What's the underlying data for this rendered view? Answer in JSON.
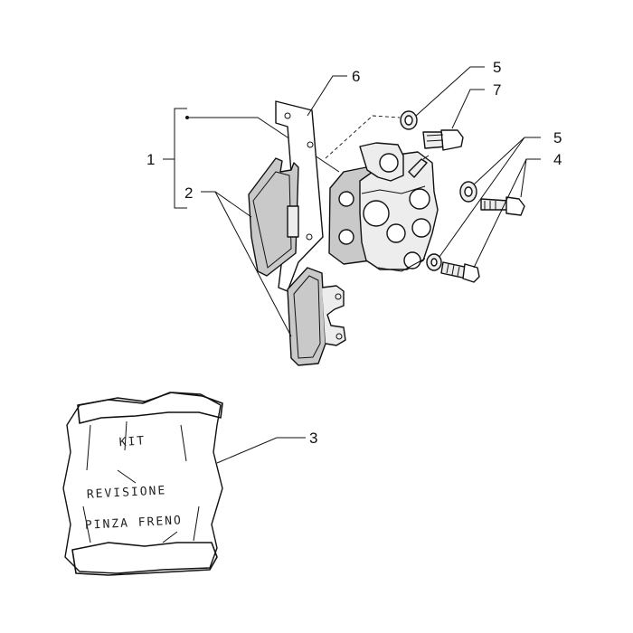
{
  "callouts": {
    "c1": "1",
    "c2": "2",
    "c3": "3",
    "c4": "4",
    "c5a": "5",
    "c5b": "5",
    "c6": "6",
    "c7": "7"
  },
  "kit_bag": {
    "line1": "KIT",
    "line2": "REVISIONE",
    "line3": "PINZA FRENO"
  }
}
